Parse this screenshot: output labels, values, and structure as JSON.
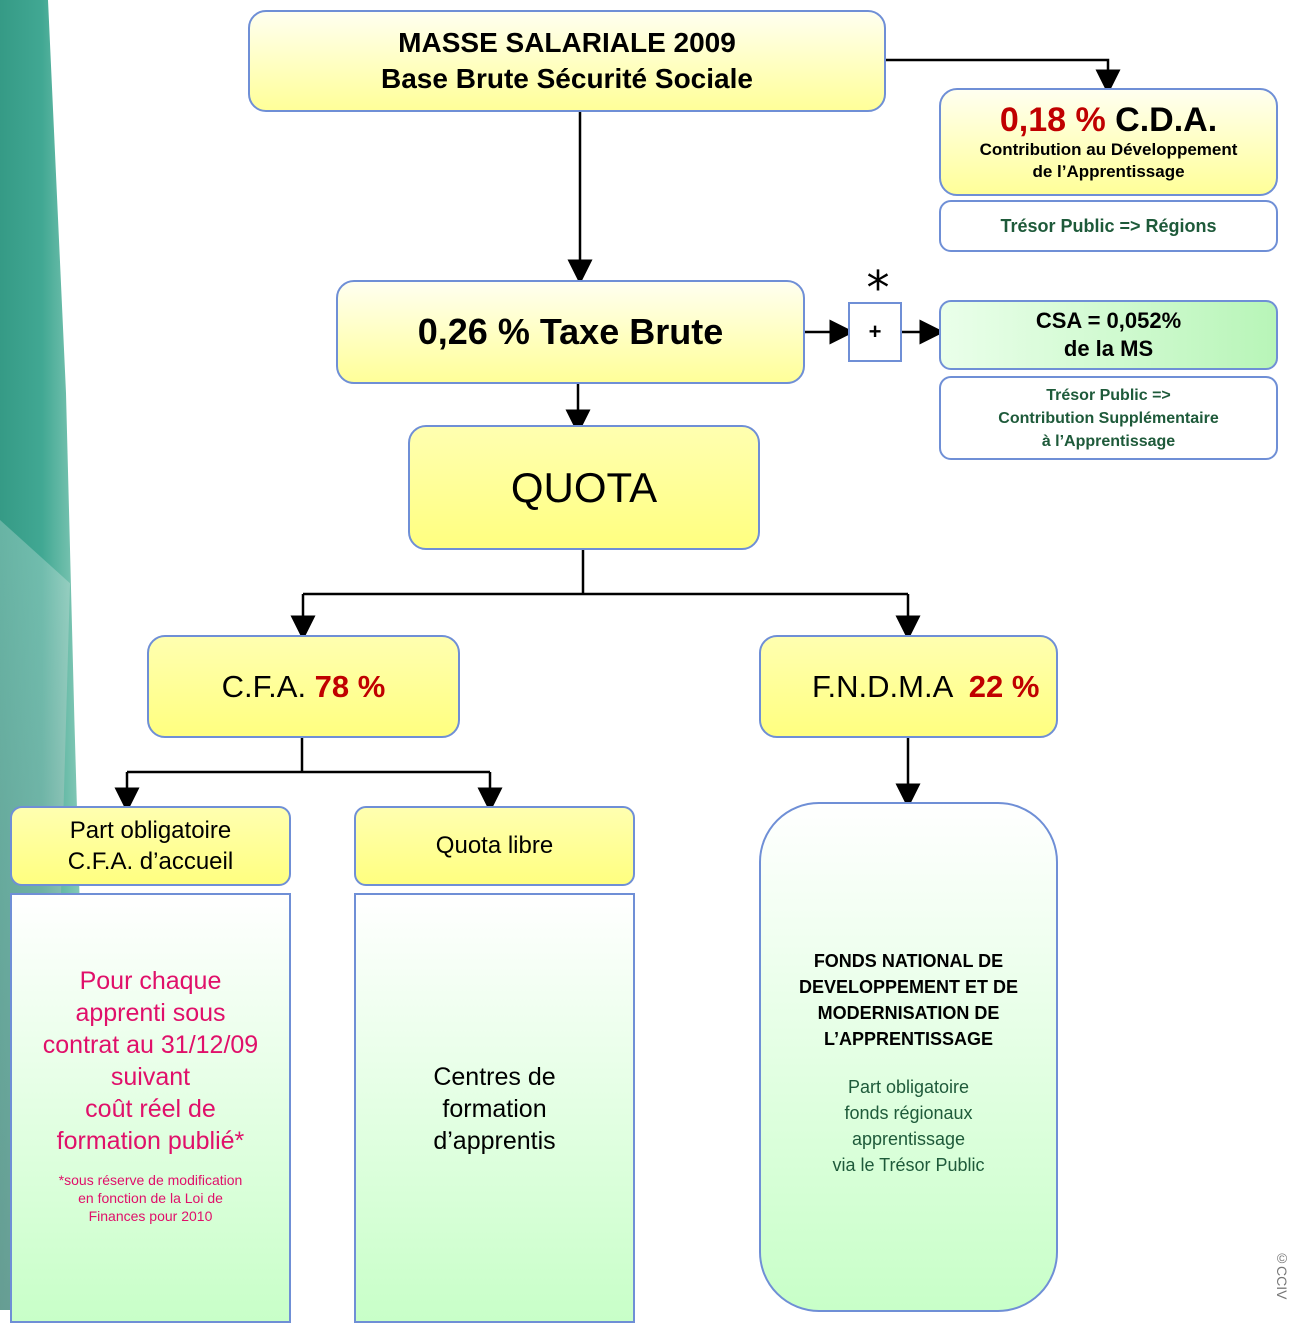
{
  "masse": {
    "line1": "MASSE SALARIALE 2009",
    "line2": "Base Brute Sécurité Sociale"
  },
  "cda": {
    "pct": "0,18 %",
    "label": " C.D.A.",
    "desc1": "Contribution au Développement",
    "desc2": "de l’Apprentissage",
    "dest": "Trésor Public => Régions"
  },
  "taxe": {
    "label": "0,26 % Taxe Brute"
  },
  "plus": {
    "asterisk": "*",
    "symbol": "+"
  },
  "csa": {
    "line1": "CSA = 0,052%",
    "line2": "de la MS",
    "dest1": "Trésor Public =>",
    "dest2": "Contribution Supplémentaire",
    "dest3": "à l’Apprentissage"
  },
  "quota": {
    "label": "QUOTA"
  },
  "cfa": {
    "label": "C.F.A. ",
    "pct": "78 %"
  },
  "fndma": {
    "label": "F.N.D.M.A  ",
    "pct": "22 %"
  },
  "part_obligatoire": {
    "line1": "Part obligatoire",
    "line2": "C.F.A. d’accueil"
  },
  "quota_libre": {
    "label": "Quota libre"
  },
  "pour_chaque": {
    "lines": [
      "Pour chaque",
      "apprenti sous",
      "contrat au 31/12/09",
      "suivant",
      "coût réel de",
      "formation publié*"
    ],
    "note": [
      "*sous réserve de modification",
      "en fonction de la Loi de",
      "Finances pour 2010"
    ]
  },
  "centres": {
    "lines": [
      "Centres de",
      "formation",
      "d’apprentis"
    ]
  },
  "fonds": {
    "title": [
      "FONDS NATIONAL DE",
      "DEVELOPPEMENT ET DE",
      "MODERNISATION DE",
      "L’APPRENTISSAGE"
    ],
    "desc": [
      "Part obligatoire",
      "fonds régionaux",
      "apprentissage",
      "via le Trésor Public"
    ]
  },
  "copyright": {
    "text": "©CCIV"
  },
  "colors": {
    "accent_red": "#c00000",
    "pink": "#e0106a",
    "dark_green": "#1e5a3a",
    "border_blue": "#6f8fd6"
  }
}
